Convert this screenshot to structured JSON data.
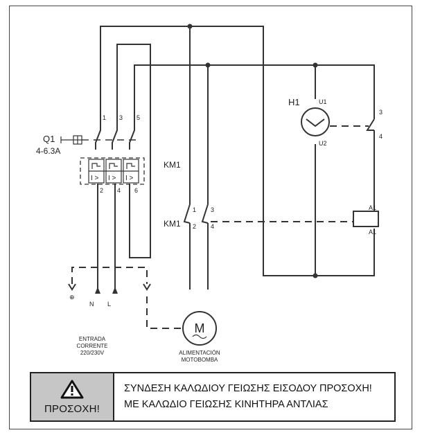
{
  "diagram": {
    "breaker": {
      "id": "Q1",
      "rating": "4-6.3A",
      "trip_label": "I >",
      "terminals_top": [
        "1",
        "3",
        "5"
      ],
      "terminals_bottom": [
        "2",
        "4",
        "6"
      ]
    },
    "contactor_coil_label": "KM1",
    "contactor_contacts_label": "KM1",
    "contactor_terminals_top": [
      "1",
      "3"
    ],
    "contactor_terminals_bottom": [
      "2",
      "4"
    ],
    "meter": {
      "id": "H1",
      "terminals": [
        "U1",
        "U2"
      ]
    },
    "switch_terminals": [
      "3",
      "4"
    ],
    "coil_terminals": [
      "A1",
      "A1"
    ],
    "supply_terminals": [
      "N",
      "L"
    ],
    "ground_symbol_label": "⊕",
    "supply_label_1": "ENTRADA",
    "supply_label_2": "CORRENTE",
    "supply_label_3": "220/230V",
    "motor_symbol": "M",
    "motor_label_1": "ALIMENTACIÓN",
    "motor_label_2": "MOTOBOMBA"
  },
  "warning": {
    "icon": "warning-triangle-icon",
    "title": "ΠΡΟΣΟΧΗ!",
    "line1": "ΣΥΝΔΕΣΗ ΚΑΛΩΔΙΟΥ ΓΕΙΩΣΗΣ ΕΙΣΟΔΟΥ ΠΡΟΣΟΧΗ!",
    "line2": "ΜΕ ΚΑΛΩΔΙΟ ΓΕΙΩΣΗΣ ΚΙΝΗΤΗΡΑ ΑΝΤΛΙΑΣ",
    "background_color": "#c6c6c6"
  }
}
